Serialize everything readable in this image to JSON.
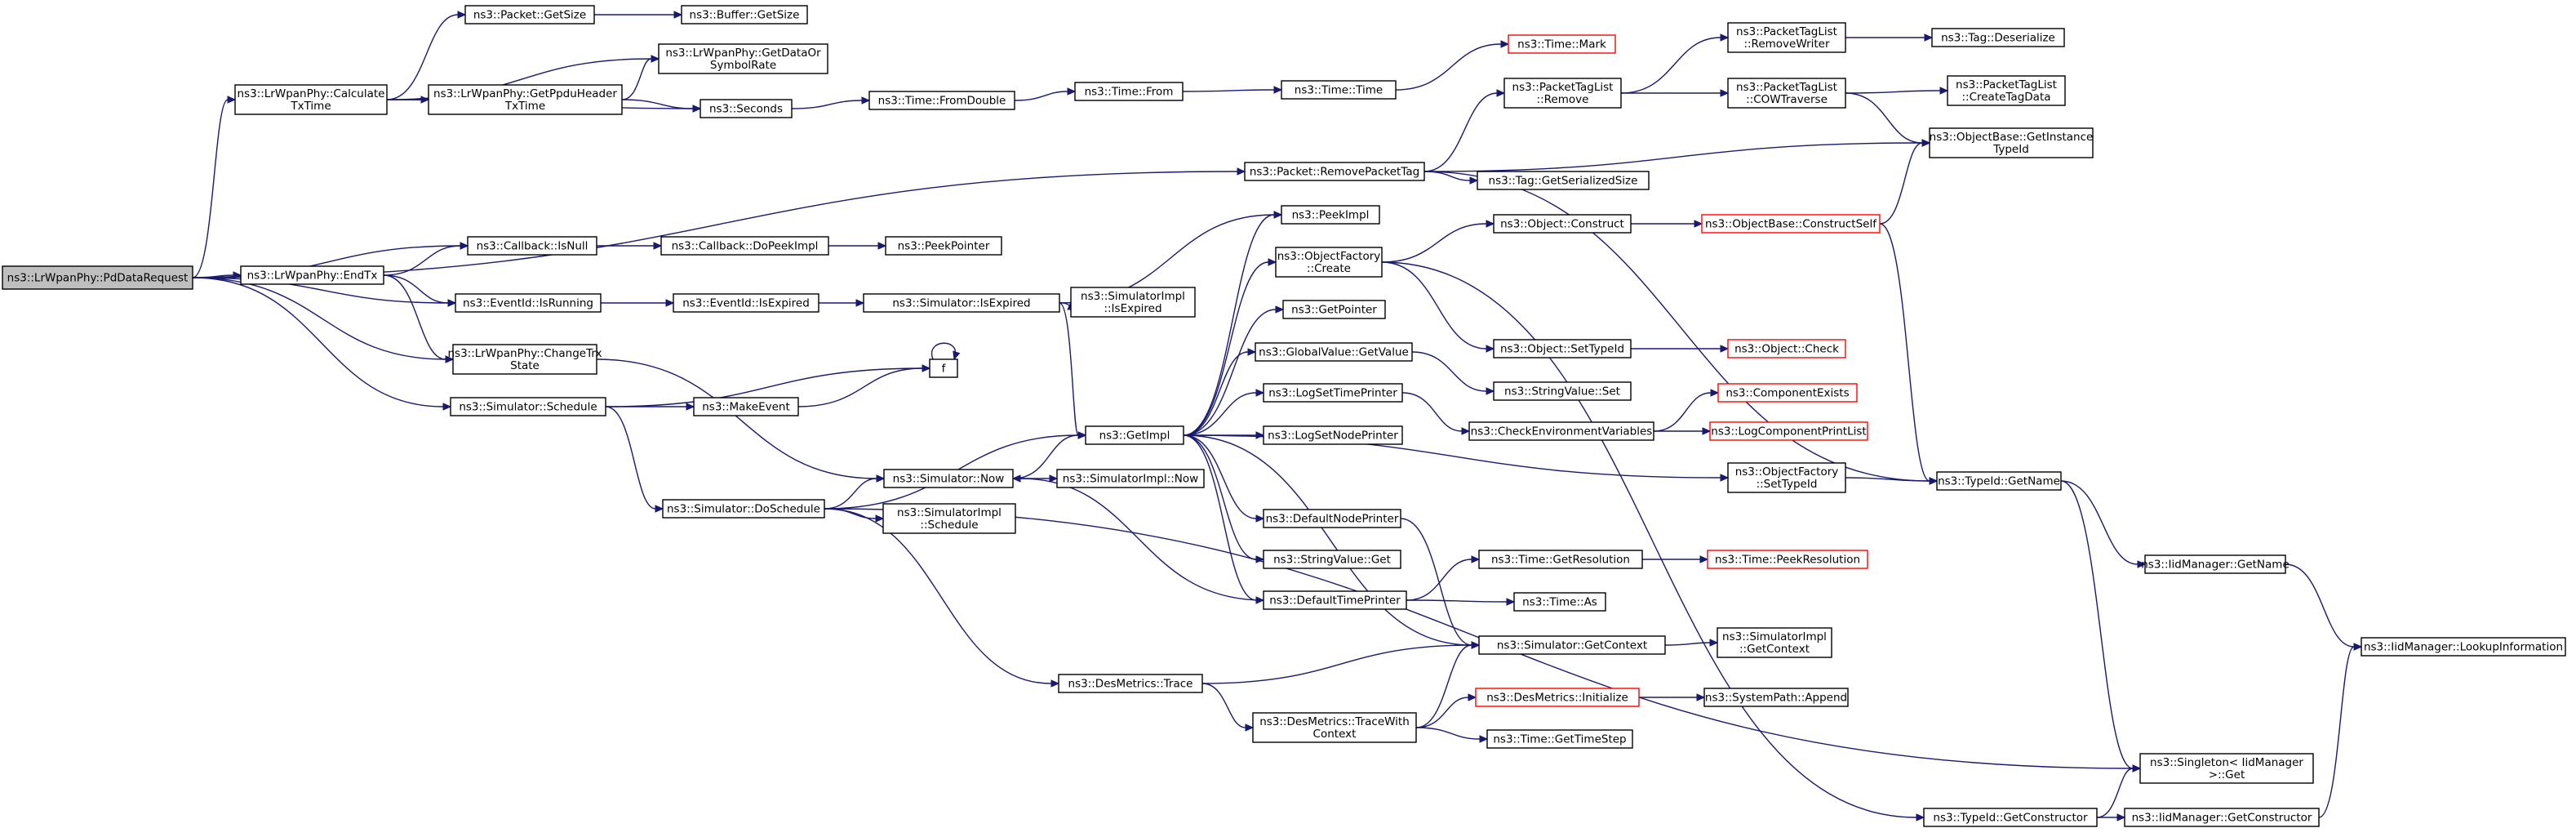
{
  "diagram": {
    "type": "call-graph",
    "colors": {
      "edge": "#191970",
      "node_border": "#000000",
      "truncated_node_border": "#ff0000",
      "root_fill": "#bfbfbf",
      "node_fill": "#ffffff"
    },
    "nodes": [
      {
        "id": "n0",
        "label": [
          "ns3::LrWpanPhy::PdDataRequest"
        ],
        "root": true
      },
      {
        "id": "n1",
        "label": [
          "ns3::LrWpanPhy::Calculate",
          "TxTime"
        ]
      },
      {
        "id": "n2",
        "label": [
          "ns3::Packet::GetSize"
        ]
      },
      {
        "id": "n3",
        "label": [
          "ns3::Buffer::GetSize"
        ]
      },
      {
        "id": "n4",
        "label": [
          "ns3::LrWpanPhy::GetDataOr",
          "SymbolRate"
        ]
      },
      {
        "id": "n5",
        "label": [
          "ns3::LrWpanPhy::GetPpduHeader",
          "TxTime"
        ]
      },
      {
        "id": "n6",
        "label": [
          "ns3::Seconds"
        ]
      },
      {
        "id": "n7",
        "label": [
          "ns3::Time::FromDouble"
        ]
      },
      {
        "id": "n8",
        "label": [
          "ns3::Time::From"
        ]
      },
      {
        "id": "n9",
        "label": [
          "ns3::Time::Time"
        ]
      },
      {
        "id": "n10",
        "label": [
          "ns3::Time::Mark"
        ],
        "truncated": true
      },
      {
        "id": "n11",
        "label": [
          "ns3::PacketTagList",
          "::RemoveWriter"
        ]
      },
      {
        "id": "n12",
        "label": [
          "ns3::Tag::Deserialize"
        ]
      },
      {
        "id": "n13",
        "label": [
          "ns3::PacketTagList",
          "::Remove"
        ]
      },
      {
        "id": "n14",
        "label": [
          "ns3::PacketTagList",
          "::COWTraverse"
        ]
      },
      {
        "id": "n15",
        "label": [
          "ns3::PacketTagList",
          "::CreateTagData"
        ]
      },
      {
        "id": "n16",
        "label": [
          "ns3::ObjectBase::GetInstance",
          "TypeId"
        ]
      },
      {
        "id": "n17",
        "label": [
          "ns3::Packet::RemovePacketTag"
        ]
      },
      {
        "id": "n18",
        "label": [
          "ns3::Tag::GetSerializedSize"
        ]
      },
      {
        "id": "n19",
        "label": [
          "ns3::Callback::IsNull"
        ]
      },
      {
        "id": "n20",
        "label": [
          "ns3::Callback::DoPeekImpl"
        ]
      },
      {
        "id": "n21",
        "label": [
          "ns3::PeekPointer"
        ]
      },
      {
        "id": "n22",
        "label": [
          "ns3::PeekImpl"
        ]
      },
      {
        "id": "n23",
        "label": [
          "ns3::Object::Construct"
        ]
      },
      {
        "id": "n24",
        "label": [
          "ns3::ObjectBase::ConstructSelf"
        ],
        "truncated": true
      },
      {
        "id": "n25",
        "label": [
          "ns3::LrWpanPhy::EndTx"
        ]
      },
      {
        "id": "n26",
        "label": [
          "ns3::EventId::IsRunning"
        ]
      },
      {
        "id": "n27",
        "label": [
          "ns3::EventId::IsExpired"
        ]
      },
      {
        "id": "n28",
        "label": [
          "ns3::Simulator::IsExpired"
        ]
      },
      {
        "id": "n29",
        "label": [
          "ns3::SimulatorImpl",
          "::IsExpired"
        ]
      },
      {
        "id": "n30",
        "label": [
          "ns3::ObjectFactory",
          "::Create"
        ]
      },
      {
        "id": "n31",
        "label": [
          "ns3::GetPointer"
        ]
      },
      {
        "id": "n32",
        "label": [
          "ns3::Object::SetTypeId"
        ]
      },
      {
        "id": "n33",
        "label": [
          "ns3::Object::Check"
        ],
        "truncated": true
      },
      {
        "id": "n34",
        "label": [
          "ns3::LrWpanPhy::ChangeTrx",
          "State"
        ]
      },
      {
        "id": "n35",
        "label": [
          "f"
        ]
      },
      {
        "id": "n36",
        "label": [
          "ns3::GlobalValue::GetValue"
        ]
      },
      {
        "id": "n37",
        "label": [
          "ns3::StringValue::Set"
        ]
      },
      {
        "id": "n38",
        "label": [
          "ns3::Simulator::Schedule"
        ]
      },
      {
        "id": "n39",
        "label": [
          "ns3::MakeEvent"
        ]
      },
      {
        "id": "n40",
        "label": [
          "ns3::LogSetTimePrinter"
        ]
      },
      {
        "id": "n41",
        "label": [
          "ns3::ComponentExists"
        ],
        "truncated": true
      },
      {
        "id": "n42",
        "label": [
          "ns3::CheckEnvironmentVariables"
        ]
      },
      {
        "id": "n43",
        "label": [
          "ns3::LogComponentPrintList"
        ],
        "truncated": true
      },
      {
        "id": "n44",
        "label": [
          "ns3::GetImpl"
        ]
      },
      {
        "id": "n45",
        "label": [
          "ns3::LogSetNodePrinter"
        ]
      },
      {
        "id": "n46",
        "label": [
          "ns3::Simulator::Now"
        ]
      },
      {
        "id": "n47",
        "label": [
          "ns3::SimulatorImpl::Now"
        ]
      },
      {
        "id": "n48",
        "label": [
          "ns3::ObjectFactory",
          "::SetTypeId"
        ]
      },
      {
        "id": "n49",
        "label": [
          "ns3::TypeId::GetName"
        ]
      },
      {
        "id": "n50",
        "label": [
          "ns3::Simulator::DoSchedule"
        ]
      },
      {
        "id": "n51",
        "label": [
          "ns3::SimulatorImpl",
          "::Schedule"
        ]
      },
      {
        "id": "n52",
        "label": [
          "ns3::DefaultNodePrinter"
        ]
      },
      {
        "id": "n53",
        "label": [
          "ns3::IidManager::GetName"
        ]
      },
      {
        "id": "n54",
        "label": [
          "ns3::IidManager::LookupInformation"
        ]
      },
      {
        "id": "n55",
        "label": [
          "ns3::StringValue::Get"
        ]
      },
      {
        "id": "n56",
        "label": [
          "ns3::Time::GetResolution"
        ]
      },
      {
        "id": "n57",
        "label": [
          "ns3::Time::PeekResolution"
        ],
        "truncated": true
      },
      {
        "id": "n58",
        "label": [
          "ns3::DefaultTimePrinter"
        ]
      },
      {
        "id": "n59",
        "label": [
          "ns3::Time::As"
        ]
      },
      {
        "id": "n60",
        "label": [
          "ns3::Simulator::GetContext"
        ]
      },
      {
        "id": "n61",
        "label": [
          "ns3::SimulatorImpl",
          "::GetContext"
        ]
      },
      {
        "id": "n62",
        "label": [
          "ns3::DesMetrics::Trace"
        ]
      },
      {
        "id": "n63",
        "label": [
          "ns3::DesMetrics::Initialize"
        ],
        "truncated": true
      },
      {
        "id": "n64",
        "label": [
          "ns3::SystemPath::Append"
        ]
      },
      {
        "id": "n65",
        "label": [
          "ns3::DesMetrics::TraceWith",
          "Context"
        ]
      },
      {
        "id": "n66",
        "label": [
          "ns3::Time::GetTimeStep"
        ]
      },
      {
        "id": "n67",
        "label": [
          "ns3::Singleton< IidManager",
          " >::Get"
        ]
      },
      {
        "id": "n68",
        "label": [
          "ns3::TypeId::GetConstructor"
        ]
      },
      {
        "id": "n69",
        "label": [
          "ns3::IidManager::GetConstructor"
        ]
      }
    ],
    "edges": [
      [
        "n0",
        "n1"
      ],
      [
        "n0",
        "n17"
      ],
      [
        "n0",
        "n19"
      ],
      [
        "n0",
        "n25"
      ],
      [
        "n0",
        "n26"
      ],
      [
        "n0",
        "n34"
      ],
      [
        "n0",
        "n38"
      ],
      [
        "n1",
        "n2"
      ],
      [
        "n1",
        "n4"
      ],
      [
        "n1",
        "n5"
      ],
      [
        "n1",
        "n6"
      ],
      [
        "n2",
        "n3"
      ],
      [
        "n5",
        "n4"
      ],
      [
        "n5",
        "n6"
      ],
      [
        "n6",
        "n7"
      ],
      [
        "n7",
        "n8"
      ],
      [
        "n8",
        "n9"
      ],
      [
        "n9",
        "n10"
      ],
      [
        "n17",
        "n13"
      ],
      [
        "n17",
        "n16"
      ],
      [
        "n17",
        "n18"
      ],
      [
        "n17",
        "n49"
      ],
      [
        "n13",
        "n11"
      ],
      [
        "n13",
        "n14"
      ],
      [
        "n11",
        "n12"
      ],
      [
        "n14",
        "n15"
      ],
      [
        "n14",
        "n16"
      ],
      [
        "n19",
        "n20"
      ],
      [
        "n20",
        "n21"
      ],
      [
        "n25",
        "n19"
      ],
      [
        "n25",
        "n26"
      ],
      [
        "n25",
        "n34"
      ],
      [
        "n26",
        "n27"
      ],
      [
        "n27",
        "n28"
      ],
      [
        "n28",
        "n29"
      ],
      [
        "n28",
        "n22"
      ],
      [
        "n28",
        "n44"
      ],
      [
        "n34",
        "n46"
      ],
      [
        "n38",
        "n35"
      ],
      [
        "n38",
        "n39"
      ],
      [
        "n38",
        "n50"
      ],
      [
        "n39",
        "n35"
      ],
      [
        "n35",
        "n35"
      ],
      [
        "n50",
        "n44"
      ],
      [
        "n50",
        "n46"
      ],
      [
        "n50",
        "n51"
      ],
      [
        "n50",
        "n62"
      ],
      [
        "n50",
        "n67"
      ],
      [
        "n46",
        "n44"
      ],
      [
        "n46",
        "n47"
      ],
      [
        "n44",
        "n22"
      ],
      [
        "n44",
        "n30"
      ],
      [
        "n44",
        "n31"
      ],
      [
        "n44",
        "n36"
      ],
      [
        "n44",
        "n40"
      ],
      [
        "n44",
        "n45"
      ],
      [
        "n44",
        "n48"
      ],
      [
        "n44",
        "n52"
      ],
      [
        "n44",
        "n55"
      ],
      [
        "n44",
        "n58"
      ],
      [
        "n44",
        "n60"
      ],
      [
        "n30",
        "n23"
      ],
      [
        "n30",
        "n32"
      ],
      [
        "n30",
        "n68"
      ],
      [
        "n23",
        "n24"
      ],
      [
        "n24",
        "n16"
      ],
      [
        "n24",
        "n49"
      ],
      [
        "n32",
        "n33"
      ],
      [
        "n36",
        "n37"
      ],
      [
        "n40",
        "n42"
      ],
      [
        "n42",
        "n41"
      ],
      [
        "n42",
        "n43"
      ],
      [
        "n48",
        "n49"
      ],
      [
        "n49",
        "n53"
      ],
      [
        "n49",
        "n67"
      ],
      [
        "n53",
        "n54"
      ],
      [
        "n52",
        "n60"
      ],
      [
        "n58",
        "n46"
      ],
      [
        "n58",
        "n56"
      ],
      [
        "n58",
        "n59"
      ],
      [
        "n56",
        "n57"
      ],
      [
        "n60",
        "n61"
      ],
      [
        "n62",
        "n60"
      ],
      [
        "n62",
        "n65"
      ],
      [
        "n65",
        "n60"
      ],
      [
        "n65",
        "n63"
      ],
      [
        "n65",
        "n66"
      ],
      [
        "n63",
        "n64"
      ],
      [
        "n68",
        "n67"
      ],
      [
        "n68",
        "n69"
      ],
      [
        "n69",
        "n54"
      ]
    ]
  }
}
